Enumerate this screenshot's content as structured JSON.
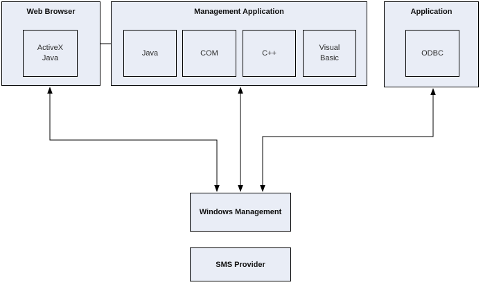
{
  "boxes": {
    "web_browser": {
      "title": "Web Browser"
    },
    "activex_java": {
      "label": "ActiveX\nJava"
    },
    "management_application": {
      "title": "Management Application"
    },
    "java": {
      "label": "Java"
    },
    "com": {
      "label": "COM"
    },
    "cpp": {
      "label": "C++"
    },
    "visual_basic": {
      "label": "Visual\nBasic"
    },
    "application": {
      "title": "Application"
    },
    "odbc": {
      "label": "ODBC"
    },
    "windows_management": {
      "title": "Windows Management"
    },
    "sms_provider": {
      "title": "SMS Provider"
    }
  },
  "colors": {
    "background": "#ffffff",
    "box_fill": "#e9edf6",
    "box_border": "#000000",
    "connector": "#000000",
    "text": "#111111"
  }
}
